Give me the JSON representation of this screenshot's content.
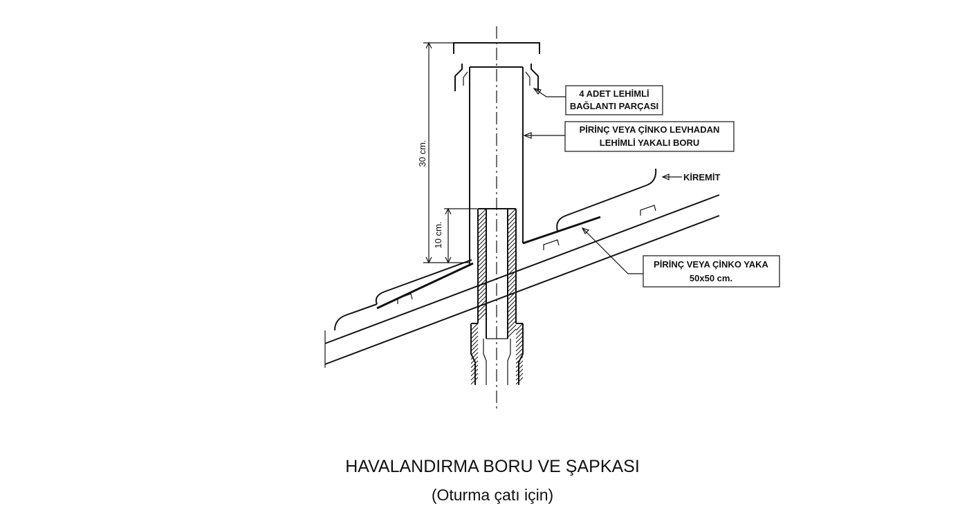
{
  "labels": {
    "connectors_line1": "4 ADET LEHİMLİ",
    "connectors_line2": "BAĞLANTI PARÇASI",
    "pipe_line1": "PİRİNÇ VEYA ÇİNKO LEVHADAN",
    "pipe_line2": "LEHİMLİ YAKALI BORU",
    "tile": "KİREMİT",
    "collar_line1": "PİRİNÇ VEYA ÇİNKO YAKA",
    "collar_line2": "50x50 cm."
  },
  "dimensions": {
    "total_height": "30 cm.",
    "lower_height": "10 cm."
  },
  "caption": {
    "title": "HAVALANDIRMA BORU VE ŞAPKASI",
    "subtitle": "(Oturma çatı için)"
  }
}
